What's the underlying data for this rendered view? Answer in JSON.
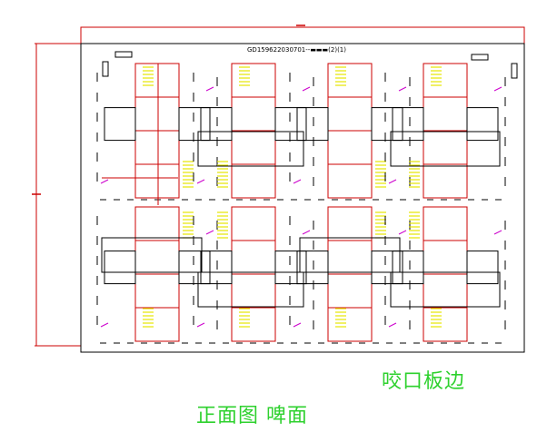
{
  "drawing": {
    "title_block": "GD159622030701--",
    "title_suffix": "(2)(1)",
    "colors": {
      "frame": "#000000",
      "cut_line": "#cc0000",
      "dimension": "#cc0000",
      "hatch": "#e6e600",
      "tick": "#cc00cc",
      "label": "#2ed12e"
    }
  },
  "labels": {
    "edge_label": "咬口板边",
    "front_label": "正面图  啤面"
  }
}
